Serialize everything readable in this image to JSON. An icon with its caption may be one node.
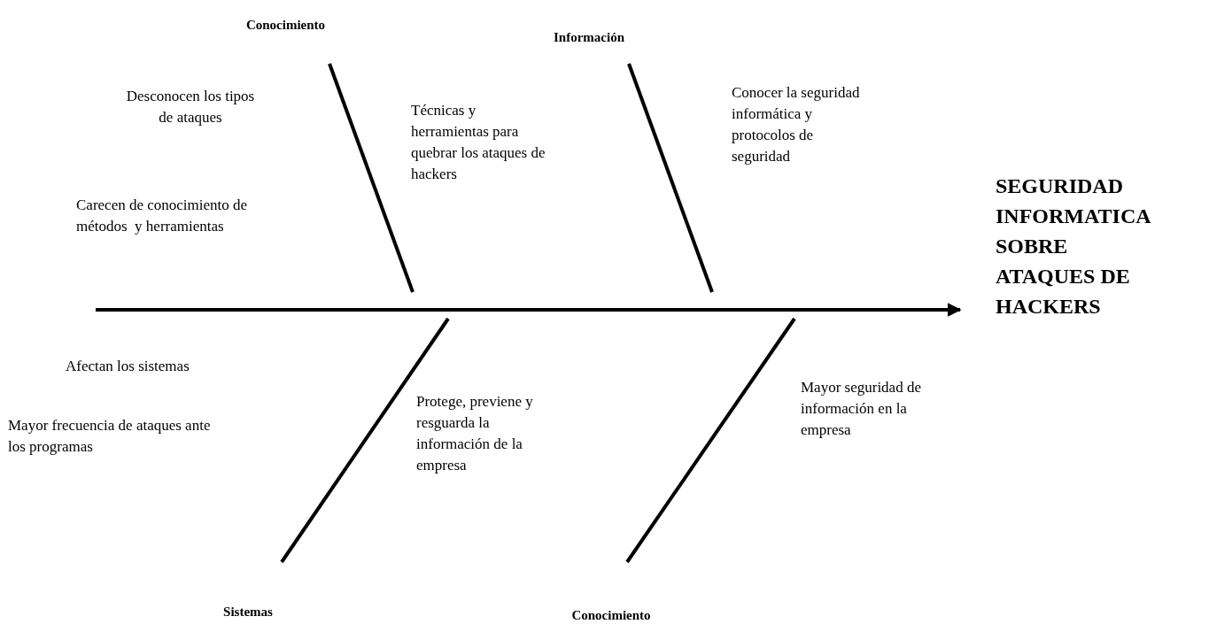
{
  "diagram": {
    "nodes": [
      {
        "text": [
          "Conocimiento"
        ]
      },
      {
        "text": [
          "Información"
        ]
      },
      {
        "text": [
          "Sistemas"
        ]
      },
      {
        "text": [
          "Conocimiento"
        ]
      },
      {
        "text": [
          "SEGURIDAD INFORMATICA SOBRE ATAQUES DE HACKERS"
        ]
      }
    ],
    "edges": [
      {
        "from": null,
        "to": 4,
        "arrow": "to"
      },
      {
        "from": 0,
        "to": null,
        "arrow": "none"
      },
      {
        "from": 1,
        "to": null,
        "arrow": "none"
      },
      {
        "from": 2,
        "to": null,
        "arrow": "none"
      },
      {
        "from": 3,
        "to": null,
        "arrow": "none"
      }
    ],
    "labels": [
      "Desconocen los tipos de ataques",
      "Técnicas y herramientas para quebrar los ataques de hackers",
      "Conocer la seguridad informática y protocolos de seguridad",
      "Carecen de conocimiento de métodos  y herramientas",
      "Afectan los sistemas",
      "Protege, previene y resguarda la información de la empresa",
      "Mayor seguridad de información en la empresa",
      "Mayor frecuencia de ataques ante los programas"
    ]
  }
}
